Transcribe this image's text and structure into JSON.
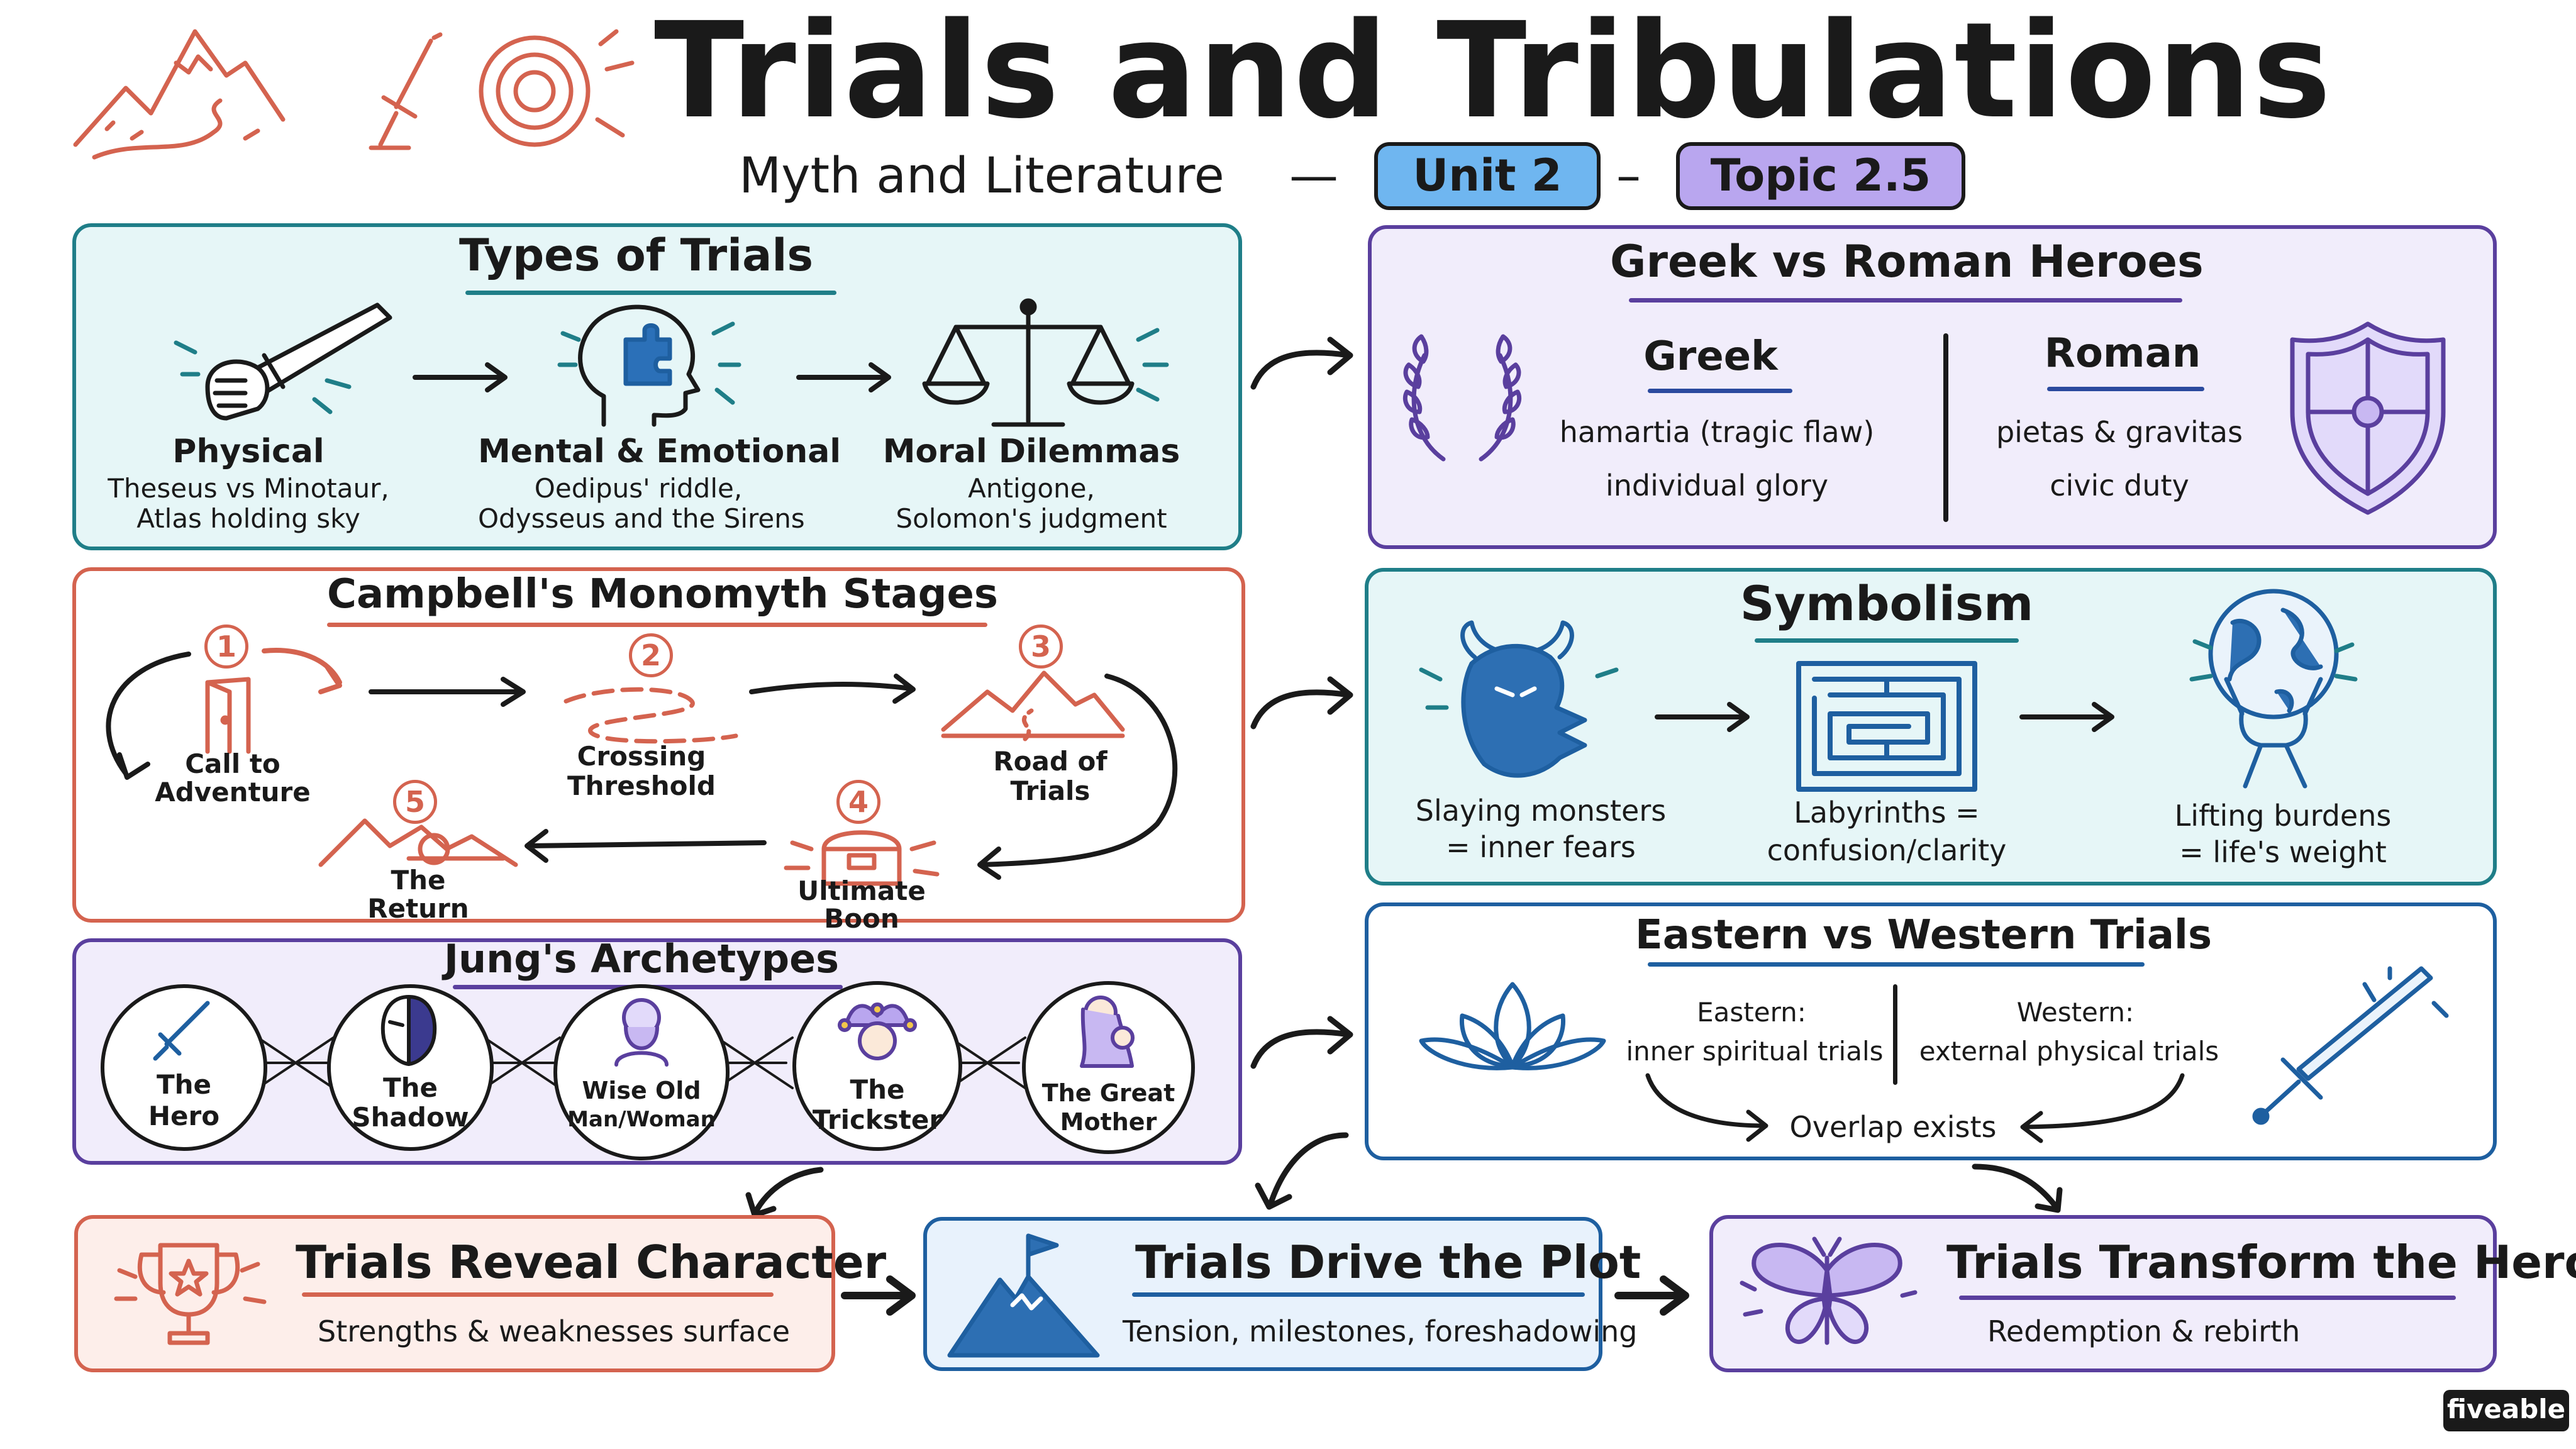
{
  "header": {
    "title": "Trials and Tribulations",
    "subtitle": "Myth and Literature",
    "dash1": "—",
    "unit_badge": "Unit 2",
    "dash2": "–",
    "topic_badge": "Topic 2.5"
  },
  "types_of_trials": {
    "title": "Types of Trials",
    "items": [
      {
        "label": "Physical",
        "desc1": "Theseus vs Minotaur,",
        "desc2": "Atlas holding sky",
        "icon": "sword-fist-icon"
      },
      {
        "label": "Mental & Emotional",
        "desc1": "Oedipus' riddle,",
        "desc2": "Odysseus and the Sirens",
        "icon": "head-puzzle-icon"
      },
      {
        "label": "Moral Dilemmas",
        "desc1": "Antigone,",
        "desc2": "Solomon's judgment",
        "icon": "scales-icon"
      }
    ]
  },
  "greek_roman": {
    "title": "Greek vs Roman Heroes",
    "greek": {
      "heading": "Greek",
      "line1": "hamartia (tragic flaw)",
      "line2": "individual glory"
    },
    "roman": {
      "heading": "Roman",
      "line1": "pietas & gravitas",
      "line2": "civic duty"
    }
  },
  "monomyth": {
    "title": "Campbell's Monomyth Stages",
    "stages": [
      {
        "num": "1",
        "label1": "Call to",
        "label2": "Adventure"
      },
      {
        "num": "2",
        "label1": "Crossing",
        "label2": "Threshold"
      },
      {
        "num": "3",
        "label1": "Road of",
        "label2": "Trials"
      },
      {
        "num": "4",
        "label1": "Ultimate",
        "label2": "Boon"
      },
      {
        "num": "5",
        "label1": "The",
        "label2": "Return"
      }
    ]
  },
  "symbolism": {
    "title": "Symbolism",
    "items": [
      {
        "line1": "Slaying monsters",
        "line2": "= inner fears"
      },
      {
        "line1": "Labyrinths =",
        "line2": "confusion/clarity"
      },
      {
        "line1": "Lifting burdens",
        "line2": "= life's weight"
      }
    ]
  },
  "archetypes": {
    "title": "Jung's Archetypes",
    "items": [
      {
        "line1": "The",
        "line2": "Hero"
      },
      {
        "line1": "The",
        "line2": "Shadow"
      },
      {
        "line1": "Wise Old",
        "line2": "Man/Woman"
      },
      {
        "line1": "The",
        "line2": "Trickster"
      },
      {
        "line1": "The Great",
        "line2": "Mother"
      }
    ]
  },
  "east_west": {
    "title": "Eastern vs Western Trials",
    "eastern_heading": "Eastern:",
    "eastern_desc": "inner spiritual trials",
    "western_heading": "Western:",
    "western_desc": "external physical trials",
    "overlap": "Overlap exists"
  },
  "outcomes": [
    {
      "title": "Trials Reveal Character",
      "desc": "Strengths & weaknesses surface"
    },
    {
      "title": "Trials Drive the Plot",
      "desc": "Tension, milestones, foreshadowing"
    },
    {
      "title": "Trials Transform the Hero",
      "desc": "Redemption & rebirth"
    }
  ],
  "brand": "fiveable",
  "colors": {
    "teal": "#1f7e88",
    "purple": "#5a3f9e",
    "coral": "#d4634f",
    "blue": "#1e5fa0",
    "unit_badge": "#6fb6f0",
    "topic_badge": "#b9a6ef"
  }
}
